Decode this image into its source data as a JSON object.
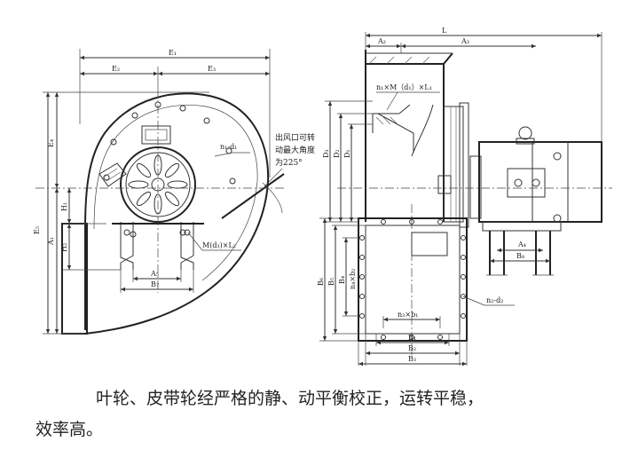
{
  "left_view": {
    "dims": {
      "E1": "E₁",
      "E2": "E₂",
      "E3": "E₃",
      "E4": "E₄",
      "E5": "E₅",
      "A1": "A₁",
      "H1": "H₁",
      "H2": "H₂",
      "A5": "A₅",
      "B7": "B₇"
    },
    "callouts": {
      "holes": "n₁-d₁",
      "bolts": "M(d₃)×L₂",
      "outlet_note_1": "出风口可转",
      "outlet_note_2": "动最大角度",
      "outlet_note_3": "为225°"
    }
  },
  "right_view": {
    "dims": {
      "L": "L",
      "A2": "A₂",
      "A3": "A₃",
      "D1": "D₁",
      "D2": "D₂",
      "D3": "D₃",
      "B6": "B₆",
      "B5": "B₅",
      "B4": "B₄",
      "A4": "A₄",
      "B8": "B₈",
      "B1": "B₁",
      "B2": "B₂",
      "B3": "B₃"
    },
    "callouts": {
      "flange_bolts": "n₁×M（d₁）×L₁",
      "n4b2": "n₄×b₂",
      "n3b1": "n₃×b₁",
      "n2d2": "n₂-d₂"
    }
  },
  "caption": {
    "line1": "叶轮、皮带轮经严格的静、动平衡校正，运转平稳，",
    "line2": "效率高。"
  }
}
